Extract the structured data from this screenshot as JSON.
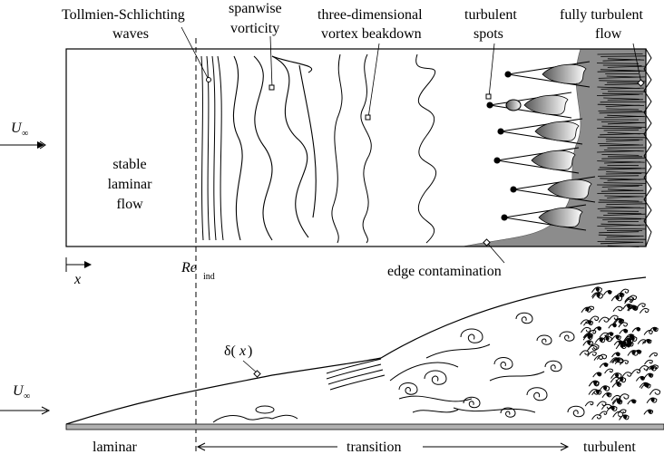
{
  "top_labels": {
    "ts_waves_line1": "Tollmien-Schlichting",
    "ts_waves_line2": "waves",
    "spanwise_line1": "spanwise",
    "spanwise_line2": "vorticity",
    "threed_line1": "three-dimensional",
    "threed_line2": "vortex beakdown",
    "spots_line1": "turbulent",
    "spots_line2": "spots",
    "fully_line1": "fully turbulent",
    "fully_line2": "flow"
  },
  "stable_region": {
    "line1": "stable",
    "line2": "laminar",
    "line3": "flow"
  },
  "freestream_top": {
    "symbol": "U",
    "subscript": "∞"
  },
  "freestream_bottom": {
    "symbol": "U",
    "subscript": "∞"
  },
  "axis": {
    "x_label": "x",
    "re_symbol": "Re",
    "re_subscript": "ind"
  },
  "edge_contamination": "edge contamination",
  "delta_label": {
    "symbol": "δ(",
    "var": "x",
    "close": ")"
  },
  "bottom_regions": {
    "laminar": "laminar",
    "transition": "transition",
    "turbulent": "turbulent"
  },
  "colors": {
    "line": "#000000",
    "turbulent_fill": "#8c8c8c",
    "spot_fill": "#9a9a9a",
    "background": "#ffffff"
  }
}
